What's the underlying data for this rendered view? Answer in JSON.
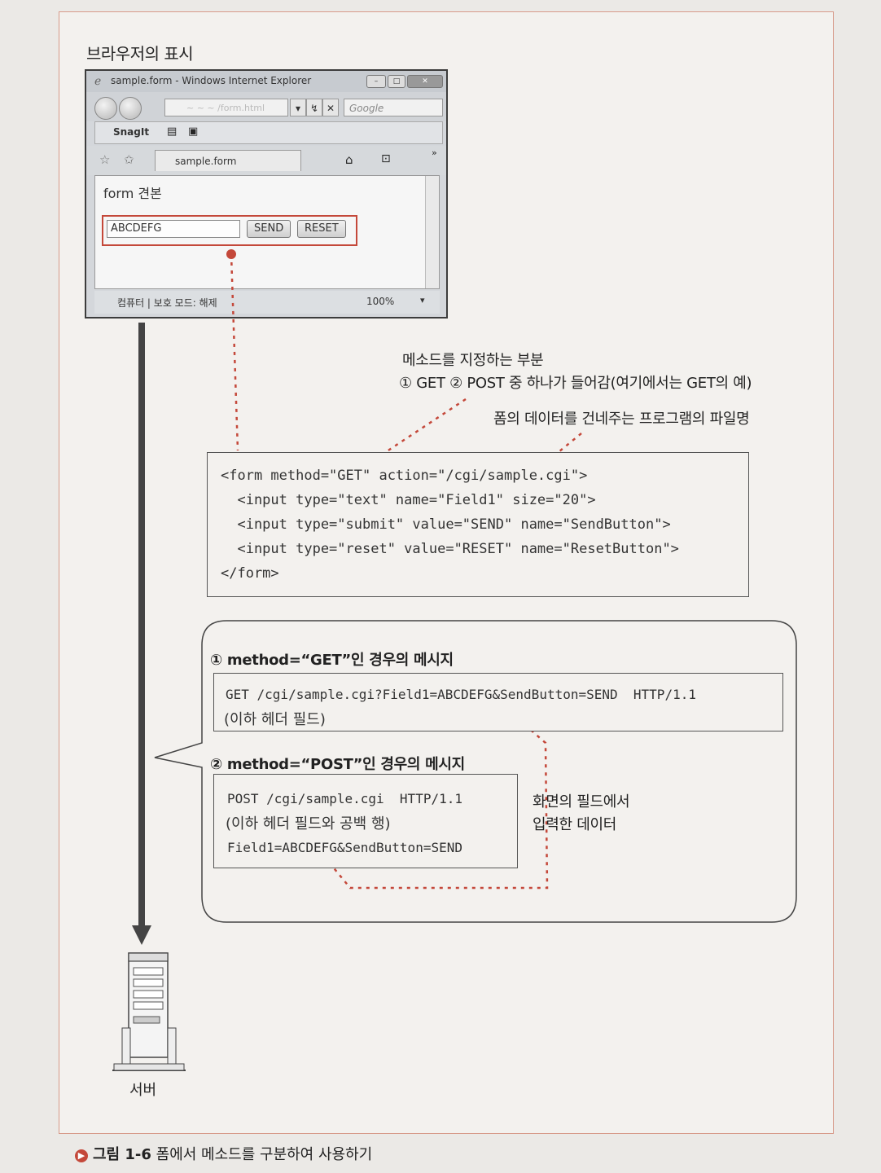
{
  "section_title": "브라우저의 표시",
  "browser": {
    "window_title": "sample.form - Windows Internet Explorer",
    "address": "~ ~ ~ /form.html",
    "search_placeholder": "Google",
    "toolbar_snagit": "SnagIt",
    "tab_label": "sample.form",
    "page_heading": "form 견본",
    "input_value": "ABCDEFG",
    "send_label": "SEND",
    "reset_label": "RESET",
    "status_text": "컴퓨터 | 보호 모드: 해제",
    "zoom": "100%"
  },
  "annotations": {
    "method_line1": "메소드를 지정하는 부분",
    "method_line2": "① GET ② POST 중 하나가 들어감(여기에서는 GET의 예)",
    "action_note": "폼의 데이터를 건네주는 프로그램의 파일명",
    "field_note_line1": "화면의 필드에서",
    "field_note_line2": "입력한 데이터"
  },
  "code": [
    "<form method=\"GET\" action=\"/cgi/sample.cgi\">",
    "  <input type=\"text\" name=\"Field1\" size=\"20\">",
    "  <input type=\"submit\" value=\"SEND\" name=\"SendButton\">",
    "  <input type=\"reset\" value=\"RESET\" name=\"ResetButton\">",
    "</form>"
  ],
  "get_case": {
    "title": "① method=“GET”인 경우의 메시지",
    "line1": "GET /cgi/sample.cgi?Field1=ABCDEFG&SendButton=SEND  HTTP/1.1",
    "line2": "(이하 헤더 필드)"
  },
  "post_case": {
    "title": "② method=“POST”인 경우의 메시지",
    "line1": "POST /cgi/sample.cgi  HTTP/1.1",
    "line2": "(이하 헤더 필드와 공백 행)",
    "line3": "Field1=ABCDEFG&SendButton=SEND"
  },
  "server_label": "서버",
  "caption": {
    "number": "그림 1-6",
    "text": "폼에서 메소드를 구분하여 사용하기"
  },
  "colors": {
    "accent_red": "#c4483a",
    "frame_border": "#d79a8a"
  }
}
